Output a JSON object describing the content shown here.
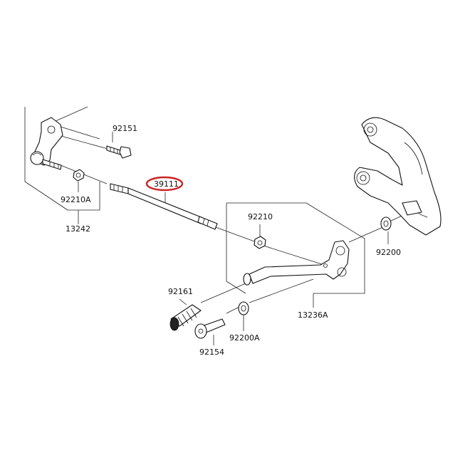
{
  "parts": {
    "p92151": "92151",
    "p39111": "39111",
    "p92210A": "92210A",
    "p13242": "13242",
    "p92210": "92210",
    "p92200": "92200",
    "p92161": "92161",
    "p92200A": "92200A",
    "p13236A": "13236A",
    "p92154": "92154"
  },
  "highlight": {
    "part": "39111",
    "ring_color": "#cc2222",
    "text_color": "#2e8b57"
  }
}
